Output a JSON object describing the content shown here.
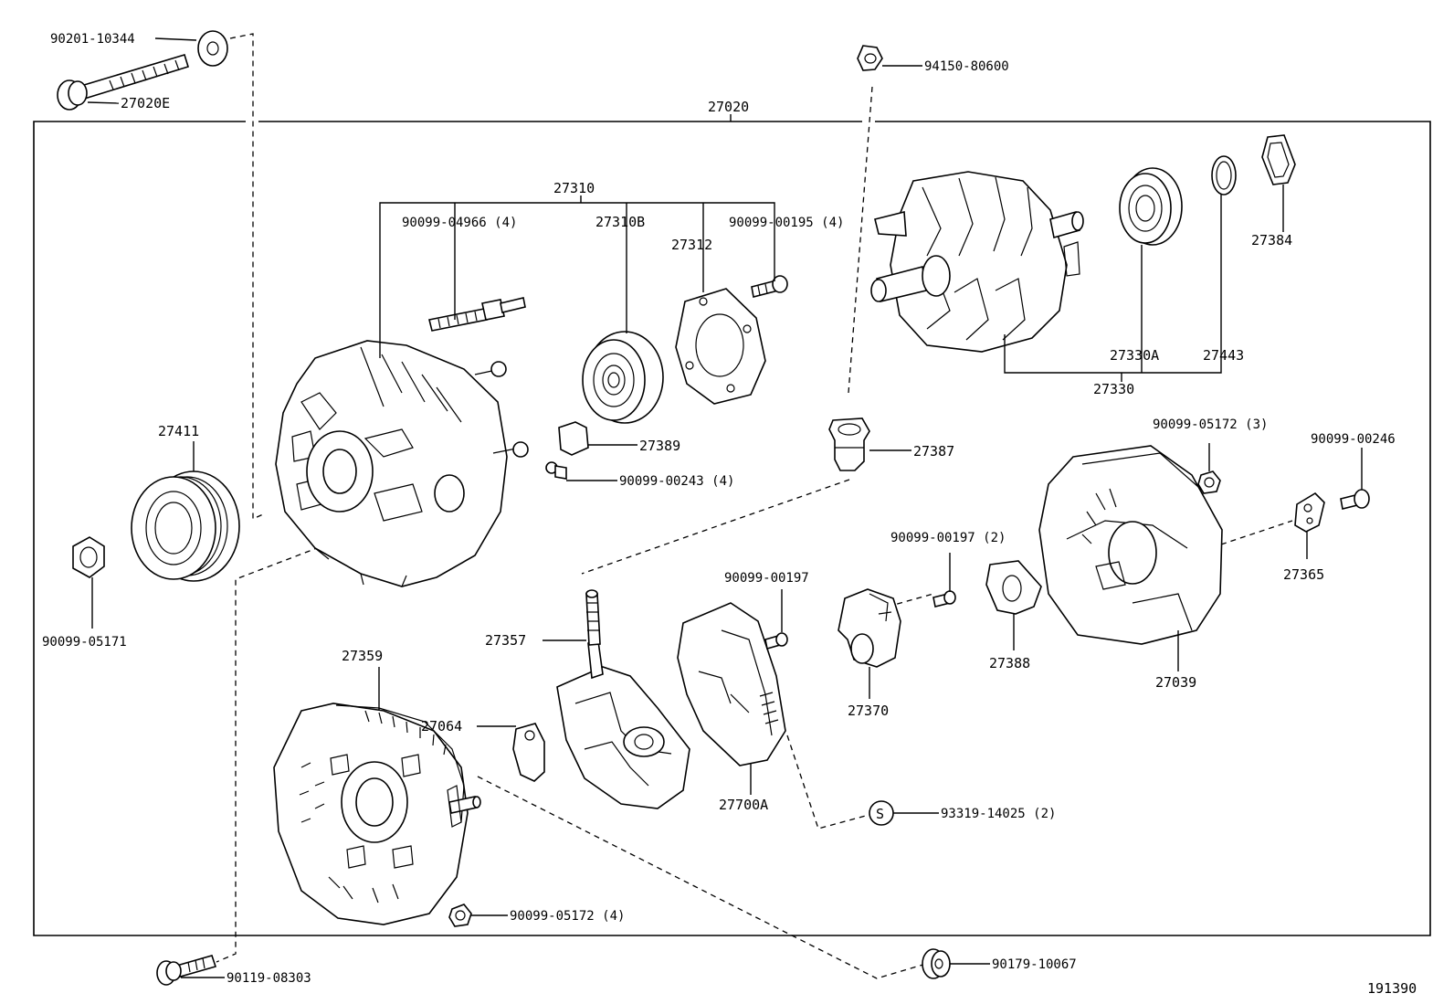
{
  "diagram": {
    "assembly": {
      "part_no": "27020"
    },
    "sheet_id": "191390",
    "callouts": [
      {
        "key": "c90201_10344",
        "part_no": "90201-10344",
        "qty": ""
      },
      {
        "key": "c27020E",
        "part_no": "27020E",
        "qty": ""
      },
      {
        "key": "c94150_80600",
        "part_no": "94150-80600",
        "qty": ""
      },
      {
        "key": "c27310",
        "part_no": "27310",
        "qty": ""
      },
      {
        "key": "c90099_04966",
        "part_no": "90099-04966",
        "qty": "(4)"
      },
      {
        "key": "c27310B",
        "part_no": "27310B",
        "qty": ""
      },
      {
        "key": "c27312",
        "part_no": "27312",
        "qty": ""
      },
      {
        "key": "c90099_00195",
        "part_no": "90099-00195",
        "qty": "(4)"
      },
      {
        "key": "c27384",
        "part_no": "27384",
        "qty": ""
      },
      {
        "key": "c27330A",
        "part_no": "27330A",
        "qty": ""
      },
      {
        "key": "c27443",
        "part_no": "27443",
        "qty": ""
      },
      {
        "key": "c27330",
        "part_no": "27330",
        "qty": ""
      },
      {
        "key": "c27411",
        "part_no": "27411",
        "qty": ""
      },
      {
        "key": "c27389",
        "part_no": "27389",
        "qty": ""
      },
      {
        "key": "c90099_00243",
        "part_no": "90099-00243",
        "qty": "(4)"
      },
      {
        "key": "c27387",
        "part_no": "27387",
        "qty": ""
      },
      {
        "key": "c90099_05172_3",
        "part_no": "90099-05172",
        "qty": "(3)"
      },
      {
        "key": "c90099_00246",
        "part_no": "90099-00246",
        "qty": ""
      },
      {
        "key": "c90099_00197_2",
        "part_no": "90099-00197",
        "qty": "(2)"
      },
      {
        "key": "c27365",
        "part_no": "27365",
        "qty": ""
      },
      {
        "key": "c90099_00197",
        "part_no": "90099-00197",
        "qty": ""
      },
      {
        "key": "c90099_05171",
        "part_no": "90099-05171",
        "qty": ""
      },
      {
        "key": "c27357",
        "part_no": "27357",
        "qty": ""
      },
      {
        "key": "c27388",
        "part_no": "27388",
        "qty": ""
      },
      {
        "key": "c27039",
        "part_no": "27039",
        "qty": ""
      },
      {
        "key": "c27359",
        "part_no": "27359",
        "qty": ""
      },
      {
        "key": "c27370",
        "part_no": "27370",
        "qty": ""
      },
      {
        "key": "c27064",
        "part_no": "27064",
        "qty": ""
      },
      {
        "key": "c27700A",
        "part_no": "27700A",
        "qty": ""
      },
      {
        "key": "c93319_14025",
        "part_no": "93319-14025",
        "qty": "(2)",
        "symbol": "S"
      },
      {
        "key": "c90099_05172_4",
        "part_no": "90099-05172",
        "qty": "(4)"
      },
      {
        "key": "c90119_08303",
        "part_no": "90119-08303",
        "qty": ""
      },
      {
        "key": "c90179_10067",
        "part_no": "90179-10067",
        "qty": ""
      }
    ]
  }
}
